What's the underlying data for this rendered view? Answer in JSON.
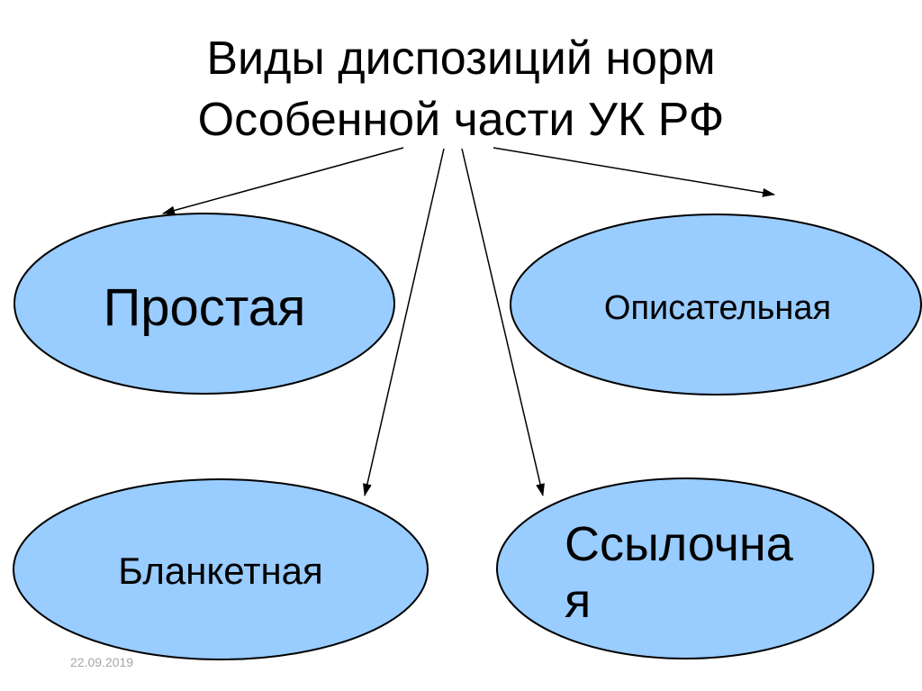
{
  "title": {
    "line1": "Виды диспозиций норм",
    "line2": "Особенной части УК РФ"
  },
  "nodes": {
    "simple": {
      "label": "Простая"
    },
    "descriptive": {
      "label": "Описательная"
    },
    "blanket": {
      "label": "Бланкетная"
    },
    "reference": {
      "line1": "Ссылочна",
      "line2": "я"
    }
  },
  "footer": {
    "date": "22.09.2019"
  },
  "colors": {
    "node_fill": "#99ccff",
    "node_stroke": "#000000",
    "date_text": "#a6a6a6"
  }
}
